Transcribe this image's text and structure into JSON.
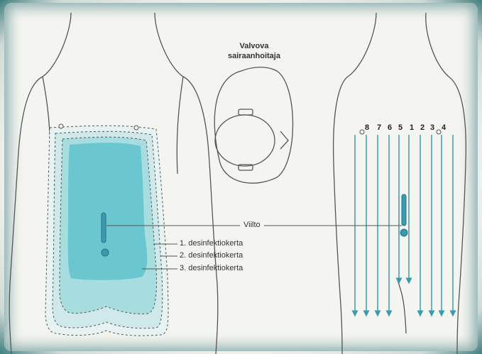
{
  "title_line1": "Valvova",
  "title_line2": "sairaanhoitaja",
  "incision_label": "Viilto",
  "layers": [
    "1. desinfektiokerta",
    "2. desinfektiokerta",
    "3. desinfektiokerta"
  ],
  "stroke_numbers": [
    "8",
    "7",
    "6",
    "5",
    "1",
    "2",
    "3",
    "4"
  ],
  "colors": {
    "fill_inner": "#5fc3cc",
    "fill_mid": "#a8dde0",
    "arrow": "#3a9bb0",
    "outline": "#555555"
  }
}
